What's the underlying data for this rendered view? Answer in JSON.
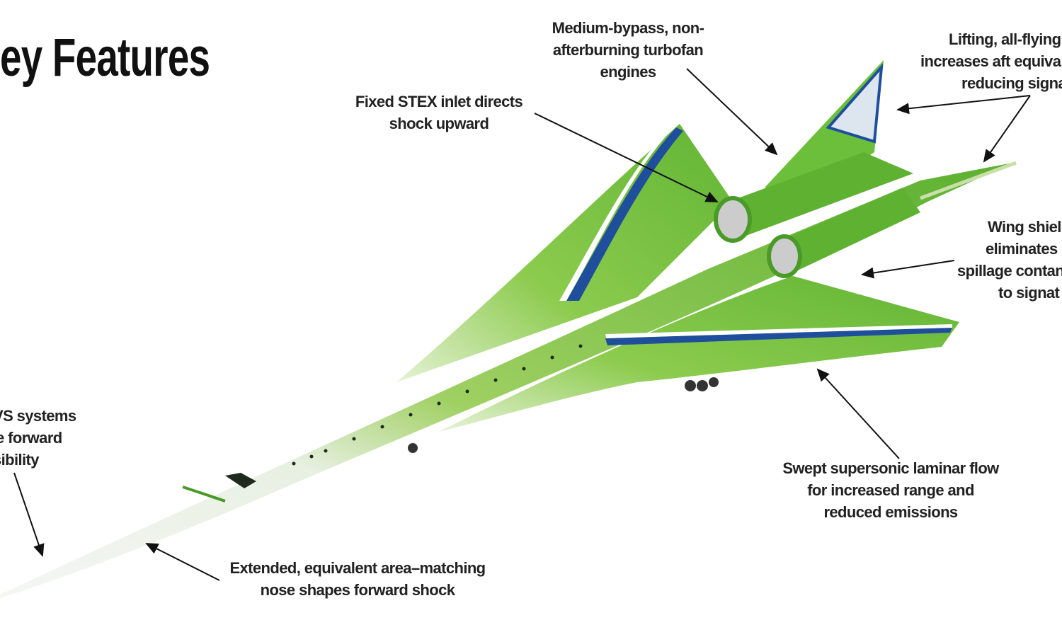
{
  "title": "ey Features",
  "callouts": {
    "engines": [
      "Medium-bypass, non-",
      "afterburning turbofan",
      "engines"
    ],
    "inlet": [
      "Fixed STEX inlet directs",
      "shock upward"
    ],
    "tail": [
      "Lifting, all-flying",
      "increases aft equiva",
      "reducing signa"
    ],
    "wing_shield": [
      "Wing shiel",
      "eliminates",
      "spillage contan",
      "to signat"
    ],
    "vision": [
      "VS systems",
      "e forward",
      "sibility"
    ],
    "laminar": [
      "Swept supersonic laminar flow",
      "for increased range and",
      "reduced emissions"
    ],
    "nose": [
      "Extended, equivalent area–matching",
      "nose shapes forward shock"
    ]
  },
  "colors": {
    "green": "#6cbf3a",
    "light_green": "#a6d86a",
    "stripe_blue": "#1f4f9c",
    "text": "#222222"
  }
}
